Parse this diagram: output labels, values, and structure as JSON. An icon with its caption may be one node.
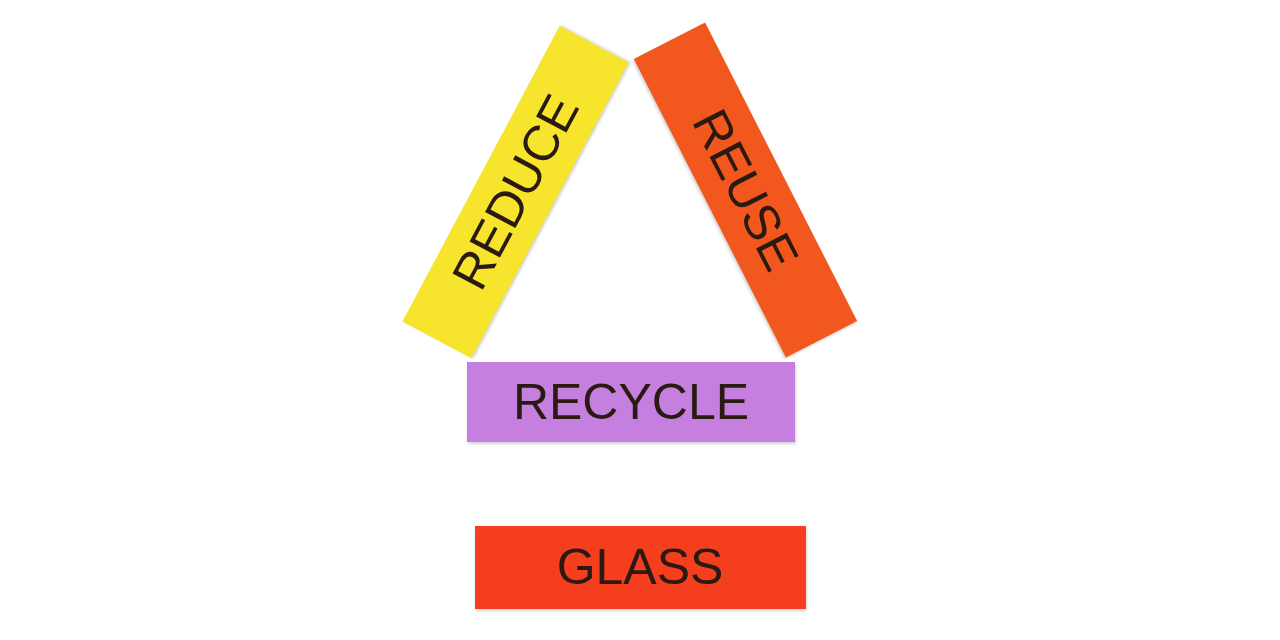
{
  "diagram": {
    "nodes": [
      {
        "text": [
          "REDUCE"
        ]
      },
      {
        "text": [
          "REUSE"
        ]
      },
      {
        "text": [
          "RECYCLE"
        ]
      },
      {
        "text": [
          "GLASS"
        ]
      }
    ]
  }
}
